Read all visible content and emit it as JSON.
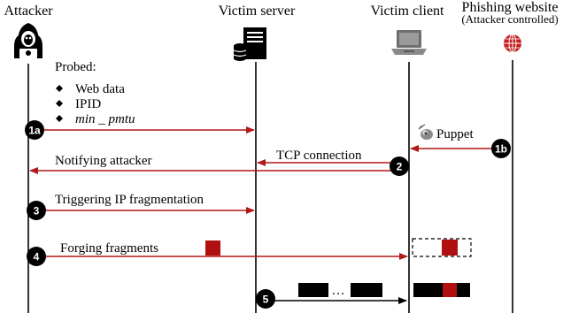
{
  "colors": {
    "arrow_red": "#b01919",
    "fragment_red": "#b01010",
    "black": "#000000"
  },
  "actors": {
    "attacker": "Attacker",
    "victim_server": "Victim server",
    "victim_client": "Victim client",
    "phishing_title": "Phishing website",
    "phishing_subtitle": "(Attacker controlled)"
  },
  "icons": {
    "attacker": "hacker-icon",
    "victim_server": "server-icon",
    "victim_client": "laptop-icon",
    "phishing": "globe-icon",
    "puppet": "puppet-eye-icon"
  },
  "probe": {
    "header": "Probed:",
    "items": [
      "Web data",
      "IPID",
      "min _ pmtu"
    ]
  },
  "steps": {
    "s1a": {
      "badge": "1a"
    },
    "s1b": {
      "badge": "1b",
      "label": "Puppet"
    },
    "s2": {
      "badge": "2",
      "label_tcp": "TCP connection",
      "label_notify": "Notifying attacker"
    },
    "s3": {
      "badge": "3",
      "label": "Triggering IP fragmentation"
    },
    "s4": {
      "badge": "4",
      "label": "Forging fragments"
    },
    "s5": {
      "badge": "5",
      "ellipsis": "…"
    }
  }
}
